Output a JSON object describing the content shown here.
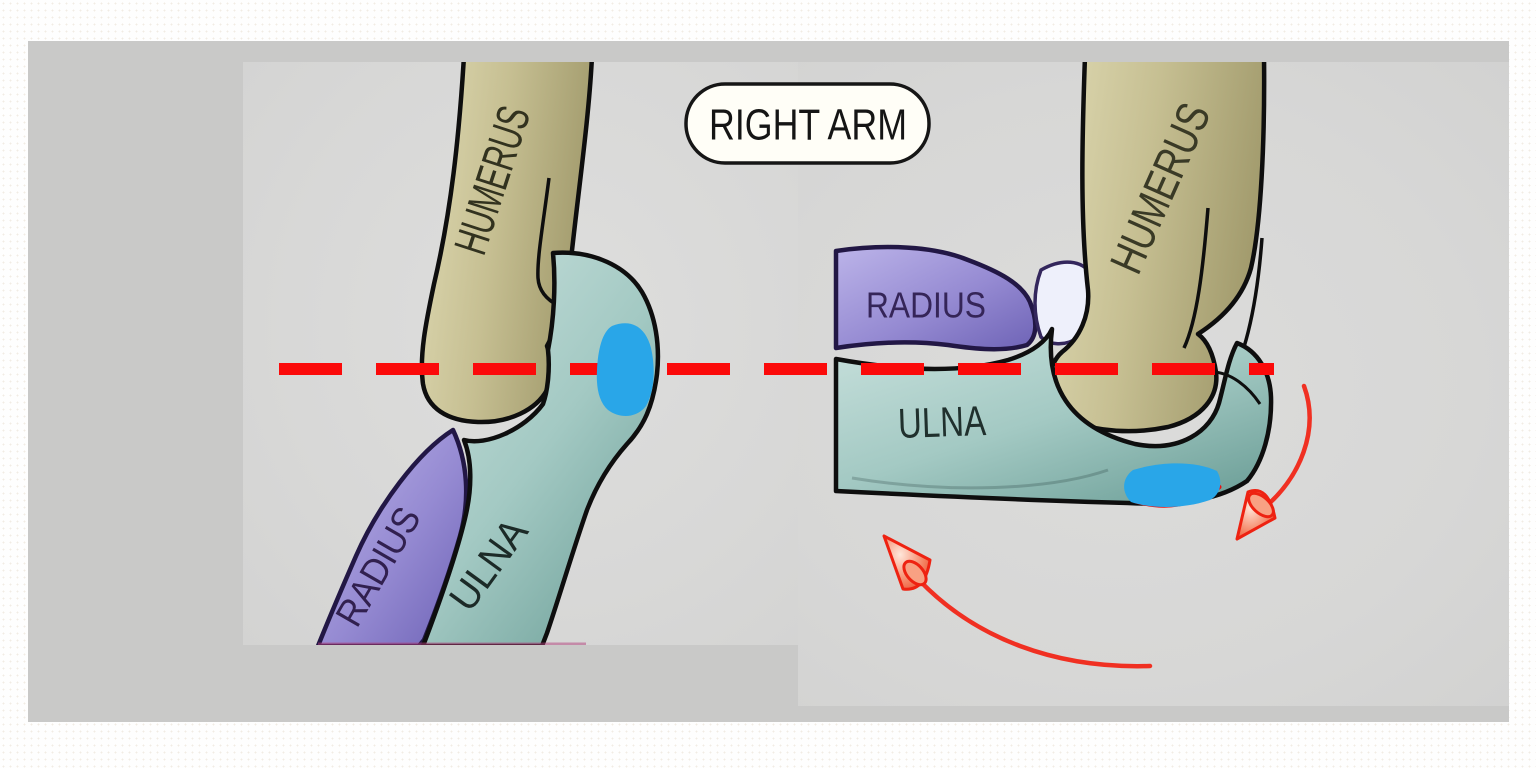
{
  "badge": {
    "label": "RIGHT ARM"
  },
  "panels": {
    "left": {
      "view": "elbow flexed, lateral view",
      "labels": {
        "humerus": "HUMERUS",
        "radius": "RADIUS",
        "ulna": "ULNA"
      }
    },
    "right": {
      "view": "elbow extended, lateral view",
      "labels": {
        "humerus": "HUMERUS",
        "radius": "RADIUS",
        "ulna": "ULNA"
      }
    }
  },
  "annotations": {
    "axis_line_style": "dashed",
    "arrow_icons": [
      "rotation-arc-arrow-upper",
      "rotation-arc-arrow-lower"
    ]
  },
  "colors": {
    "humerus": "#c6bf92",
    "radius": "#958ad2",
    "ulna": "#a3c9c3",
    "cartilage_highlight": "#29a6e8",
    "axis_red": "#fb0a0a",
    "arrow_red": "#f03022",
    "canvas_gray": "#c9c9c8",
    "panel_gray": "#d9d9d8"
  }
}
